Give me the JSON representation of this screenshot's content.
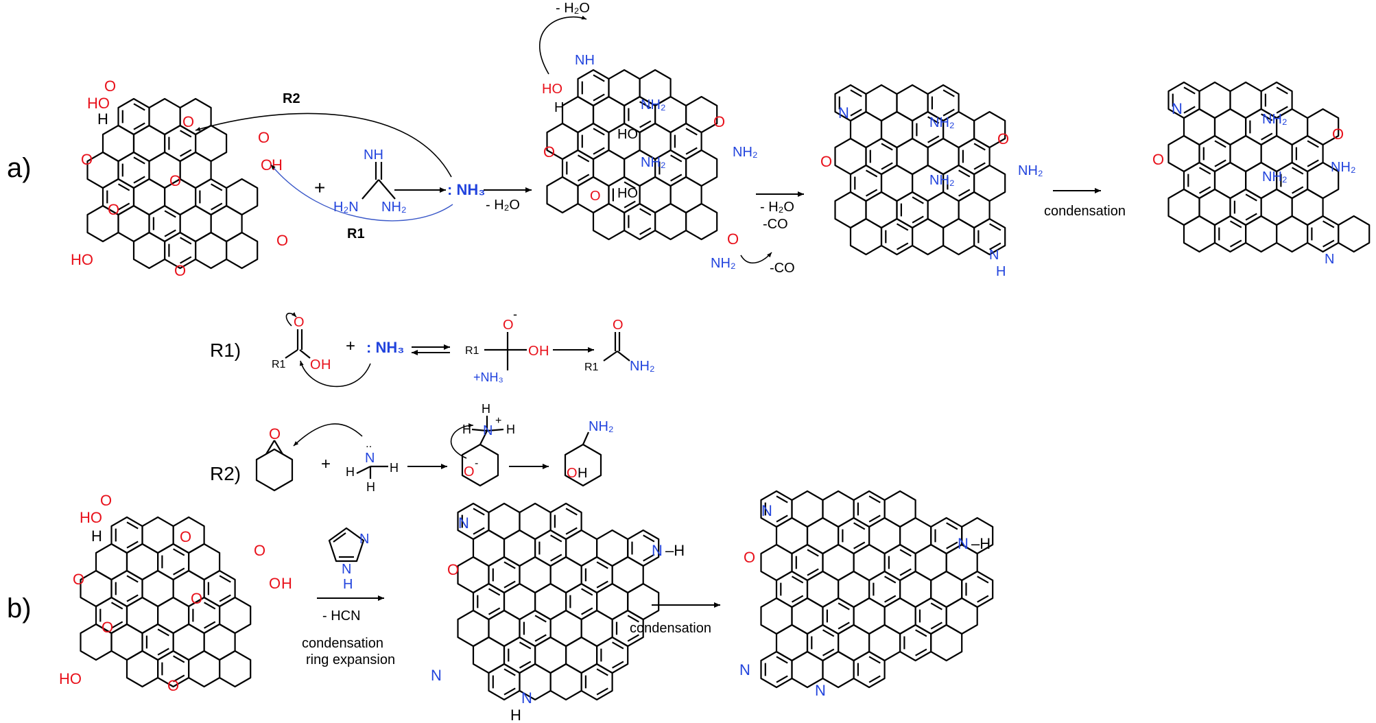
{
  "panels": {
    "a": {
      "label": "a)",
      "reagent_plus": "+",
      "guanidine": {
        "nh": "NH",
        "h2n": "H₂N",
        "nh2": "NH₂"
      },
      "ammonia": ": NH₃",
      "paths": {
        "r1": "R1",
        "r2": "R2"
      },
      "step1": "- H₂O",
      "step2": [
        "- H₂O",
        "-CO"
      ],
      "step3": "condensation",
      "top_loss": "- H₂O",
      "co_loss": "-CO",
      "functional": {
        "acid": [
          "HO",
          "O",
          "O",
          "H"
        ],
        "hydroxyl": "HO",
        "ketone": "O",
        "epoxide": "O",
        "amine": "NH₂",
        "amide": [
          "O",
          "NH₂"
        ],
        "imine": [
          "NH",
          "HO"
        ],
        "alcohol": "HO",
        "pyridine_n": "N",
        "pyrrole": [
          "N",
          "H"
        ],
        "hydrogen": "H"
      }
    },
    "r1": {
      "label": "R1)",
      "reactant": [
        "O",
        "R1",
        "O",
        "H"
      ],
      "plus": "+",
      "nucleophile": ": NH₃",
      "intermediate": [
        "O",
        "-",
        "R1",
        "O",
        "H",
        "+NH₃"
      ],
      "product": [
        "O",
        "R1",
        "NH₂"
      ]
    },
    "r2": {
      "label": "R2)",
      "epoxide_o": "O",
      "plus": "+",
      "ammonia": [
        "N",
        "H",
        "H",
        "H"
      ],
      "intermediate": [
        "H",
        "H",
        "N",
        "+",
        "H",
        "O",
        "-"
      ],
      "product": [
        "NH₂",
        "O",
        "H"
      ]
    },
    "b": {
      "label": "b)",
      "imidazole": [
        "N",
        "N",
        "H"
      ],
      "step1": [
        "- HCN",
        "condensation",
        "ring expansion"
      ],
      "step2": "condensation",
      "functional": {
        "acid": [
          "HO",
          "O",
          "O",
          "H"
        ],
        "hydroxyl": "HO",
        "ketone": "O",
        "epoxide": "O",
        "hydrogen": "H",
        "pyridine_n": "N",
        "pyrrole": [
          "N",
          "H"
        ]
      }
    }
  },
  "colors": {
    "oxygen": "#e8101a",
    "nitrogen": "#2244dd",
    "bond": "#000000"
  }
}
